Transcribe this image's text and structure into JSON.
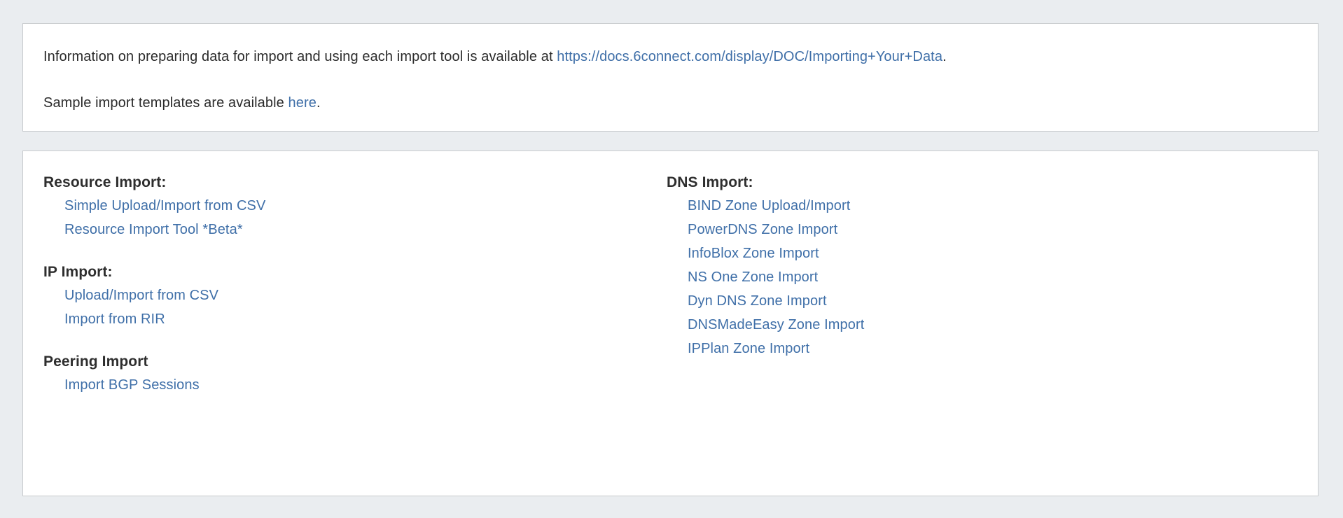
{
  "info_panel": {
    "line1": {
      "prefix": "Information on preparing data for import and using each import tool is available at ",
      "link_text": "https://docs.6connect.com/display/DOC/Importing+Your+Data",
      "suffix": "."
    },
    "line2": {
      "prefix": "Sample import templates are available ",
      "link_text": "here",
      "suffix": "."
    }
  },
  "imports_panel": {
    "left_column": [
      {
        "title": "Resource Import:",
        "links": [
          "Simple Upload/Import from CSV",
          "Resource Import Tool *Beta*"
        ]
      },
      {
        "title": "IP Import:",
        "links": [
          "Upload/Import from CSV",
          "Import from RIR"
        ]
      },
      {
        "title": "Peering Import",
        "links": [
          "Import BGP Sessions"
        ]
      }
    ],
    "right_column": [
      {
        "title": "DNS Import:",
        "links": [
          "BIND Zone Upload/Import",
          "PowerDNS Zone Import",
          "InfoBlox Zone Import",
          "NS One Zone Import",
          "Dyn DNS Zone Import",
          "DNSMadeEasy Zone Import",
          "IPPlan Zone Import"
        ]
      }
    ]
  },
  "colors": {
    "background": "#eaedf0",
    "panel_background": "#ffffff",
    "panel_border": "#c8cbcd",
    "link": "#3f6fa8",
    "heading_text": "#2e2e2e",
    "body_text": "#2b2b2b"
  }
}
